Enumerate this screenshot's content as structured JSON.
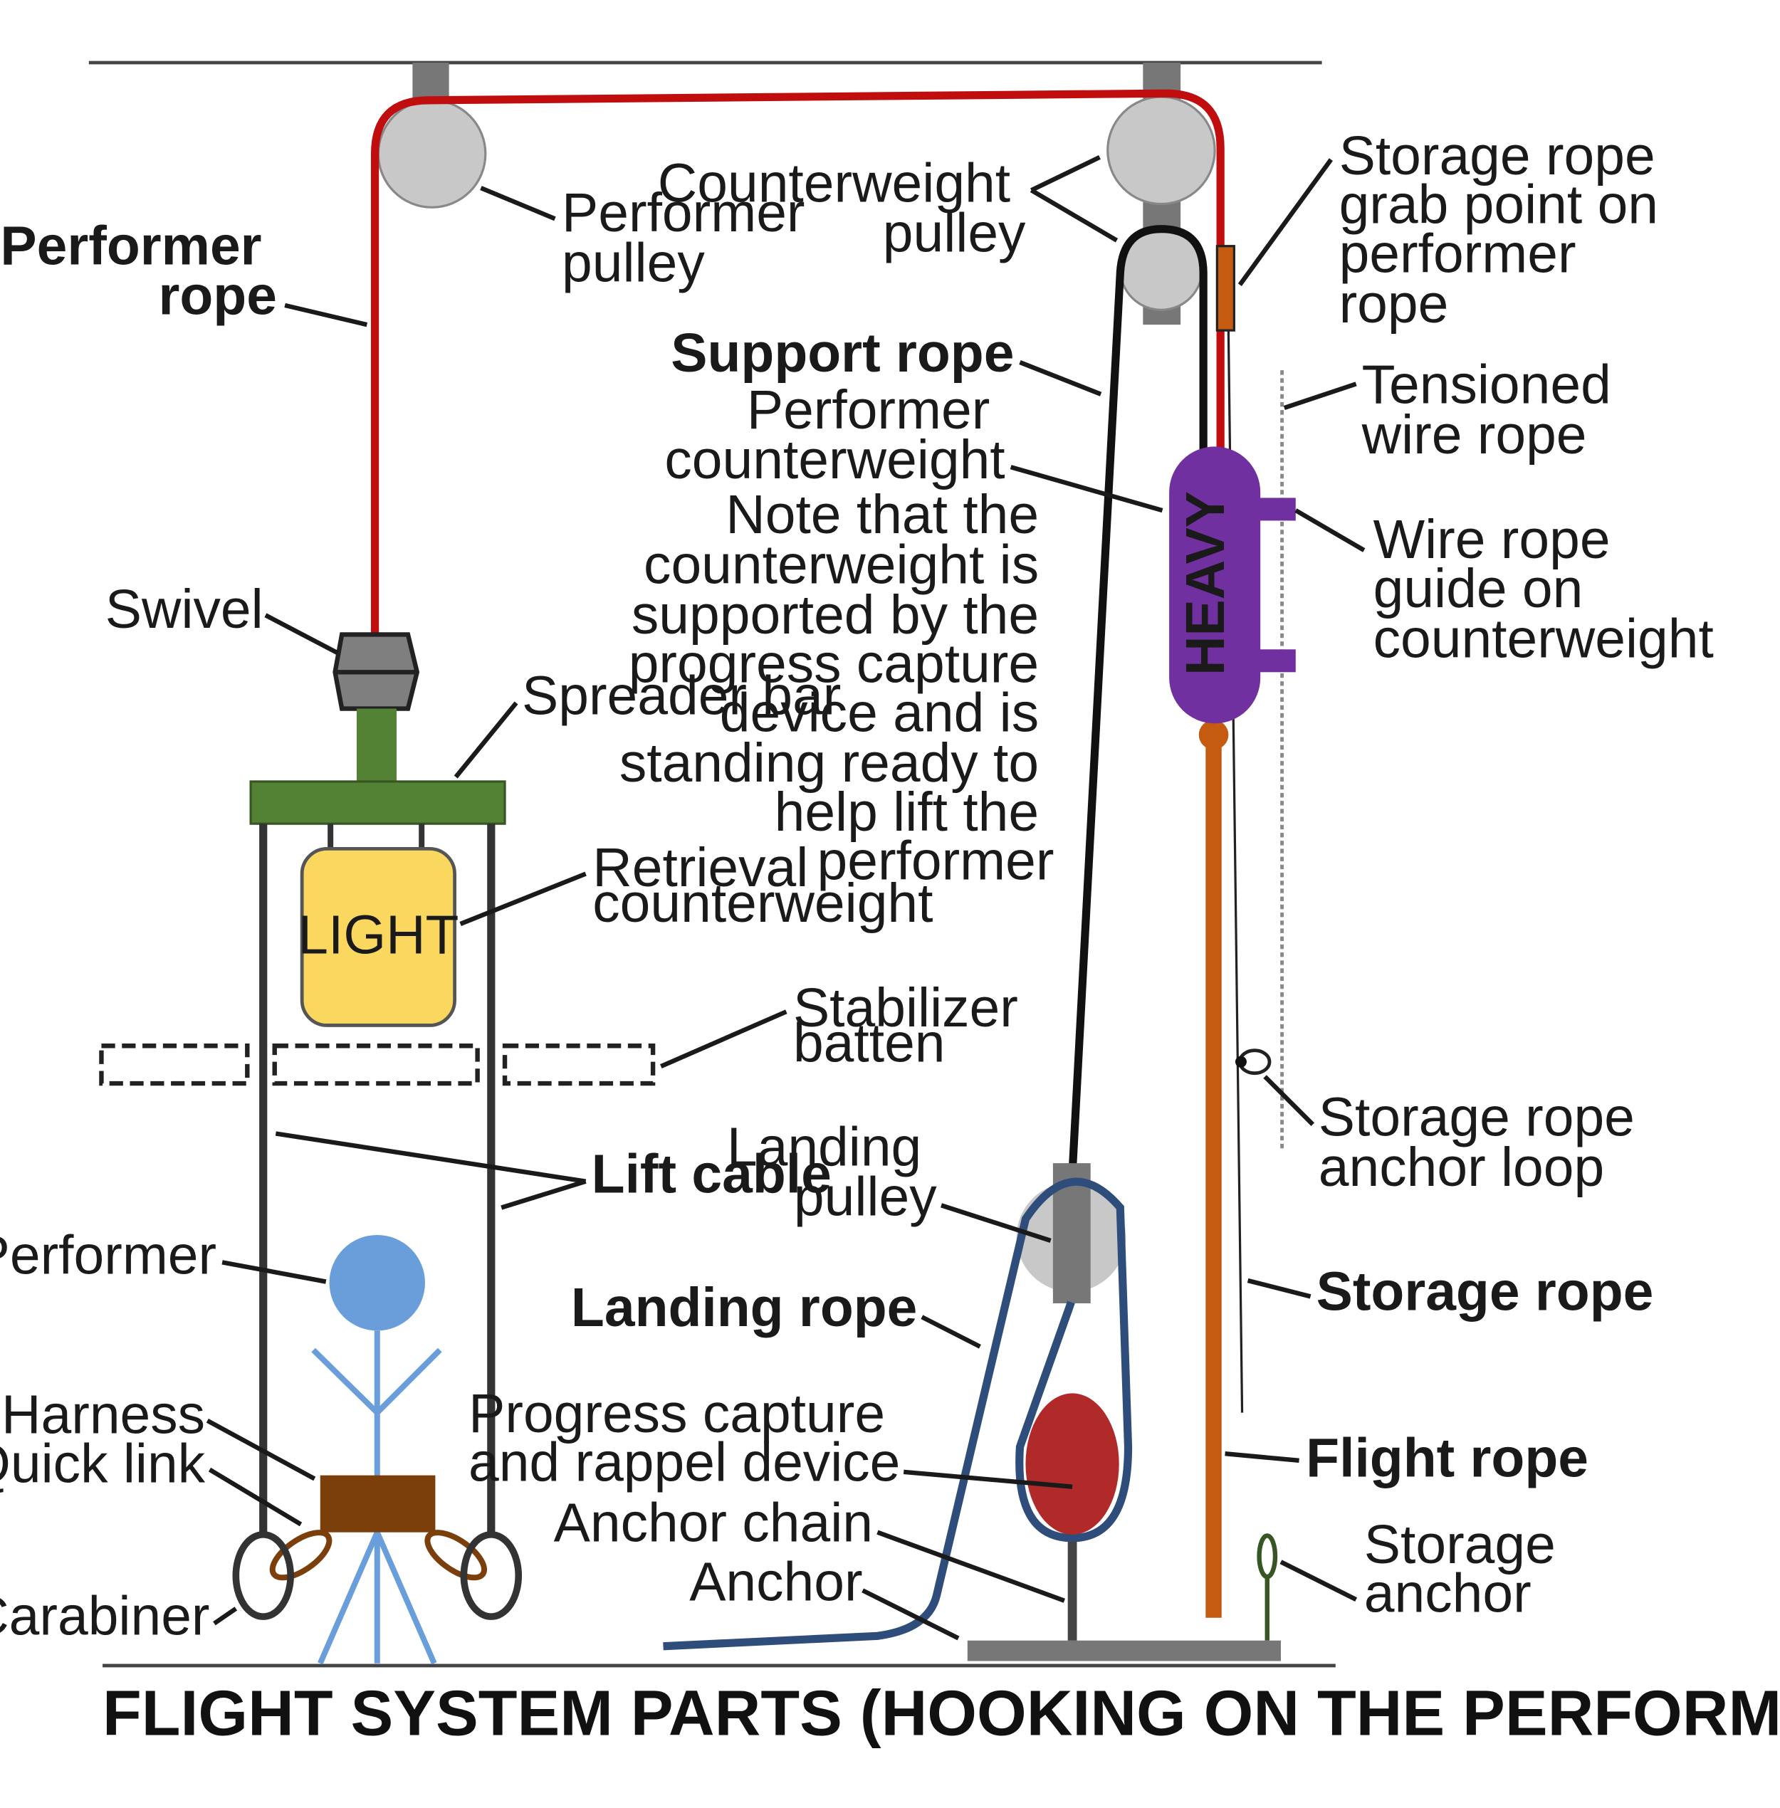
{
  "title": "FLIGHT SYSTEM PARTS (HOOKING ON THE PERFORMER)",
  "weights": {
    "light": "LIGHT",
    "heavy": "HEAVY"
  },
  "colors": {
    "performer_rope": "#c00d0d",
    "support_rope": "#111111",
    "flight_rope": "#c55a11",
    "landing_rope": "#2e4d7a",
    "spreader_bar": "#548235",
    "light_weight": "#fad75f",
    "heavy_weight": "#7030a0",
    "heavy_text": "#e83aa0",
    "performer": "#6a9edb",
    "harness": "#7b3f0c",
    "capture_device": "#b12a2a",
    "pulley": "#c8c8c8",
    "hanger": "#777777"
  },
  "labels": {
    "performer_rope": [
      "Performer",
      "rope"
    ],
    "performer_pulley": [
      "Performer",
      "pulley"
    ],
    "counterweight_pulley": [
      "Counterweight",
      "pulley"
    ],
    "storage_grab_point": [
      "Storage rope",
      "grab point on",
      "performer",
      "rope"
    ],
    "support_rope": "Support rope",
    "performer_counterweight": [
      "Performer",
      "counterweight"
    ],
    "note": [
      "Note that the",
      "counterweight is",
      "supported by the",
      "progress capture",
      "device and is",
      "standing ready to",
      "help lift the",
      "performer"
    ],
    "tensioned_wire_rope": [
      "Tensioned",
      "wire rope"
    ],
    "wire_rope_guide": [
      "Wire rope",
      "guide on",
      "counterweight"
    ],
    "swivel": "Swivel",
    "spreader_bar": "Spreader bar",
    "retrieval_counterweight": [
      "Retrieval",
      "counterweight"
    ],
    "stabilizer_batten": [
      "Stabilizer",
      "batten"
    ],
    "lift_cable": "Lift cable",
    "landing_pulley": [
      "Landing",
      "pulley"
    ],
    "storage_anchor_loop": [
      "Storage rope",
      "anchor loop"
    ],
    "performer": "Performer",
    "landing_rope": "Landing rope",
    "storage_rope": "Storage rope",
    "harness": "Harness",
    "quick_link": "Quick link",
    "progress_capture": [
      "Progress capture",
      "and rappel device"
    ],
    "flight_rope": "Flight rope",
    "anchor_chain": "Anchor chain",
    "anchor": "Anchor",
    "storage_anchor": [
      "Storage",
      "anchor"
    ],
    "carabiner": "Carabiner"
  }
}
